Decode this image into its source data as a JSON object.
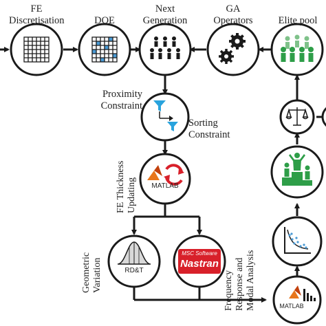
{
  "top_row": {
    "fe_discretisation": [
      "FE",
      "Discretisation"
    ],
    "doe": "DOE",
    "next_generation": [
      "Next",
      "Generation"
    ],
    "ga_operators": [
      "GA",
      "Operators"
    ],
    "elite_pool": "Elite pool"
  },
  "constraints": {
    "proximity": [
      "Proximity",
      "Constraint"
    ],
    "sorting": [
      "Sorting",
      "Constraint"
    ]
  },
  "fe_thickness": [
    "FE Thickness",
    "Updating"
  ],
  "matlab_label": "MATLAB",
  "geometric_variation": [
    "Geometric",
    "Variation"
  ],
  "rdt_label": "RD&T",
  "nastran": {
    "brand": "MSC Software",
    "product": "Nastran"
  },
  "frequency_analysis": [
    "Frequency",
    "Response and",
    "Modal Analysis"
  ],
  "colors": {
    "stroke": "#1a1a1a",
    "matrix_blue": "#4a9ad4",
    "funnel_blue": "#29a3dd",
    "elite_green": "#2e9e48",
    "nastran_red": "#d8202a",
    "matlab_orange": "#e8761c"
  }
}
